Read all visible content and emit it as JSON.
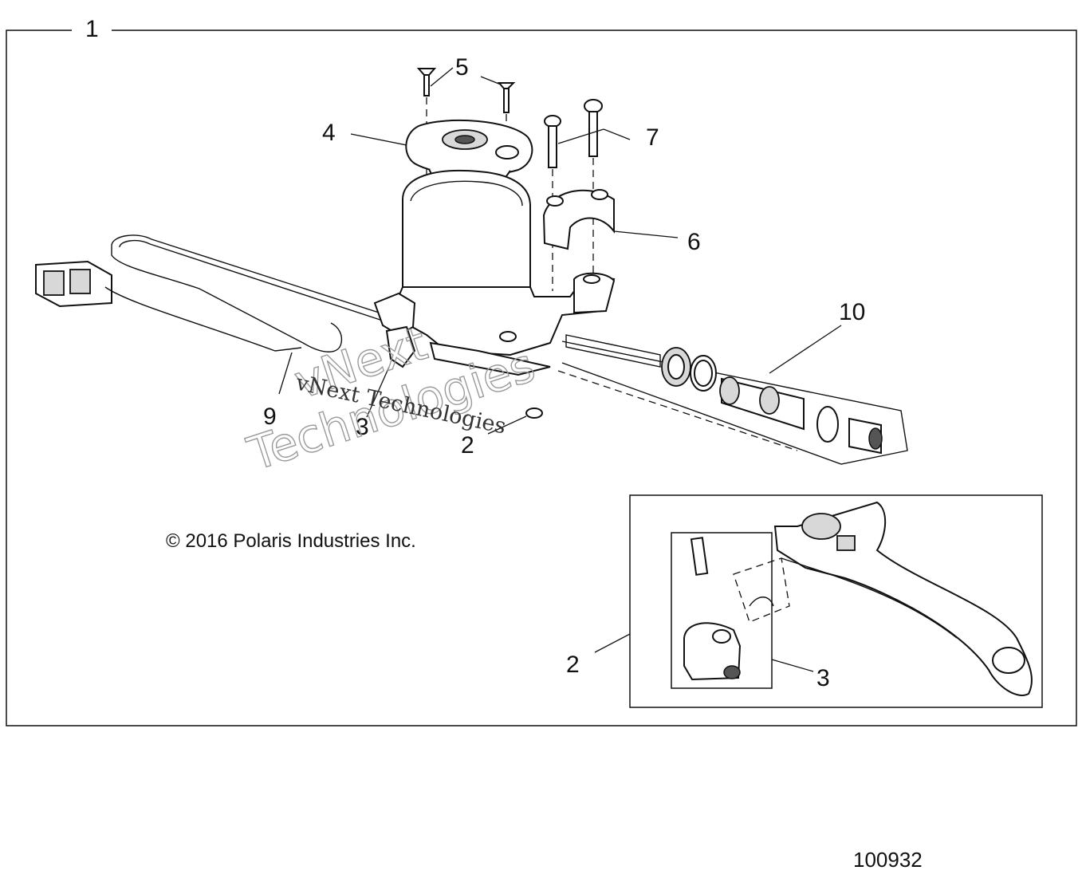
{
  "diagram": {
    "assembly_number": "1",
    "copyright": "© 2016 Polaris Industries Inc.",
    "figure_number": "100932",
    "watermark": {
      "line1": "vNext Technologies",
      "big_line1": "vNext",
      "big_line2": "Technologies"
    },
    "callouts": [
      {
        "id": "c2-main",
        "label": "2"
      },
      {
        "id": "c3-main",
        "label": "3"
      },
      {
        "id": "c4",
        "label": "4"
      },
      {
        "id": "c5",
        "label": "5"
      },
      {
        "id": "c6",
        "label": "6"
      },
      {
        "id": "c7",
        "label": "7"
      },
      {
        "id": "c9",
        "label": "9"
      },
      {
        "id": "c10",
        "label": "10"
      },
      {
        "id": "c2-inset",
        "label": "2"
      },
      {
        "id": "c3-inset",
        "label": "3"
      }
    ]
  }
}
